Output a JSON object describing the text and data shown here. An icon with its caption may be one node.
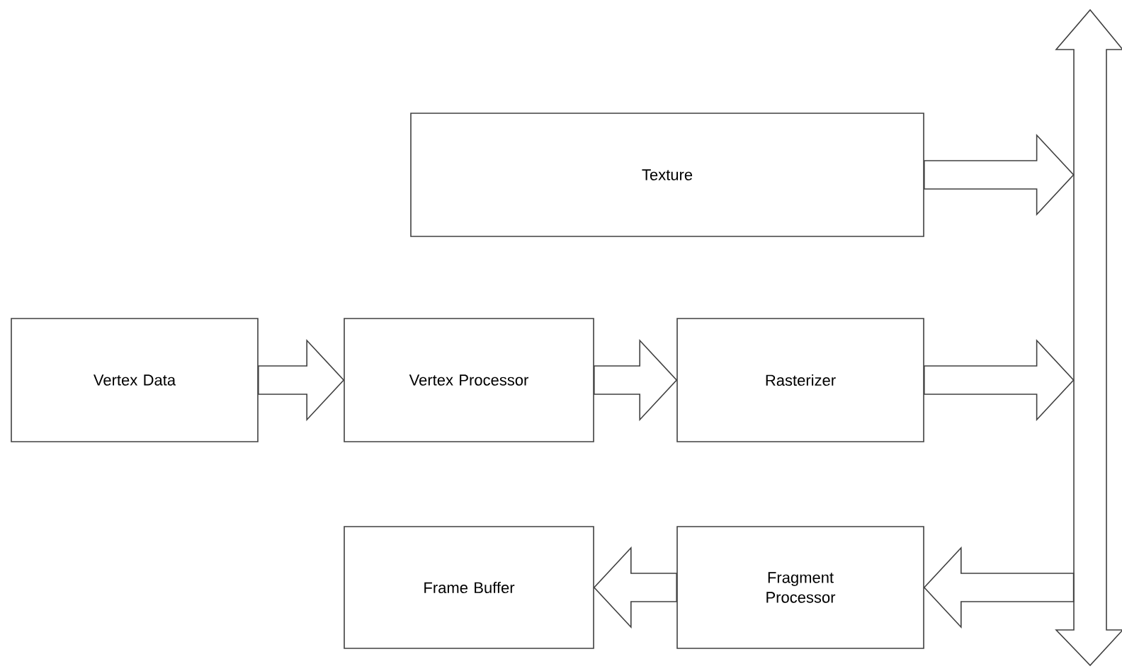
{
  "diagram": {
    "nodes": [
      {
        "text": [
          "Texture"
        ]
      },
      {
        "text": [
          "Vertex Data"
        ]
      },
      {
        "text": [
          "Vertex Processor"
        ]
      },
      {
        "text": [
          "Rasterizer"
        ]
      },
      {
        "text": [
          "Frame Buffer"
        ]
      },
      {
        "text": [
          "Fragment Processor"
        ]
      },
      {
        "text": [],
        "shape": "bar"
      }
    ],
    "edges": [
      {
        "from": 0,
        "to": 6,
        "arrow": "to"
      },
      {
        "from": 1,
        "to": 2,
        "arrow": "to"
      },
      {
        "from": 2,
        "to": 3,
        "arrow": "to"
      },
      {
        "from": 3,
        "to": 6,
        "arrow": "to"
      },
      {
        "from": 6,
        "to": 5,
        "arrow": "to"
      },
      {
        "from": 5,
        "to": 4,
        "arrow": "to"
      }
    ]
  }
}
